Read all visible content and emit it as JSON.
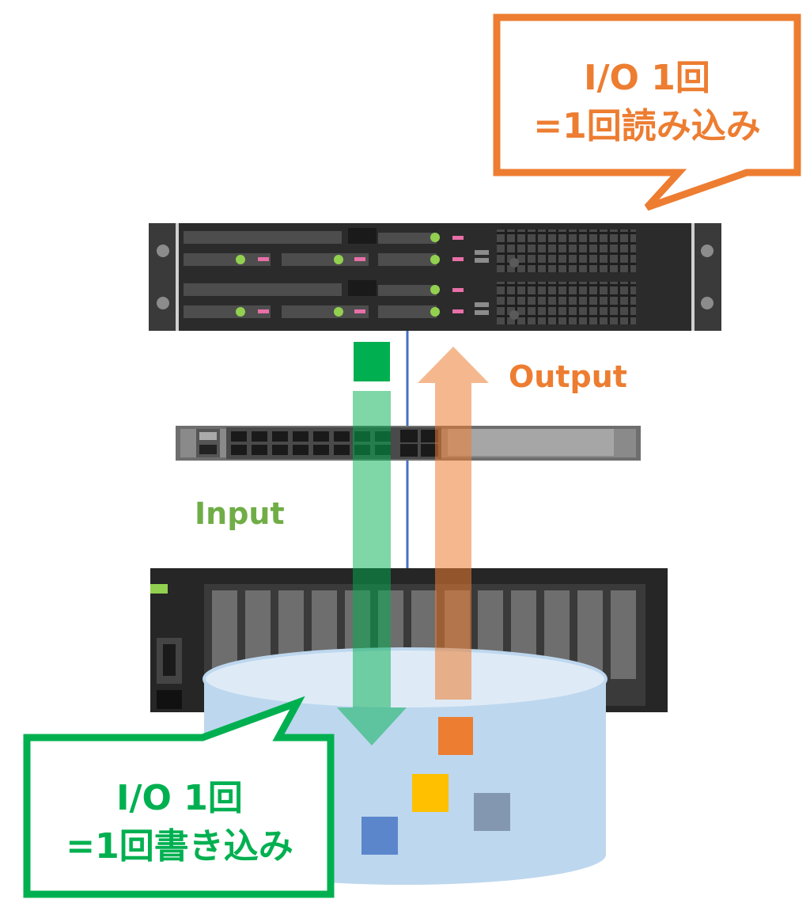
{
  "read_callout": {
    "line1": "I/O 1回",
    "line2": "=1回読み込み"
  },
  "write_callout": {
    "line1": "I/O 1回",
    "line2": "=1回書き込み"
  },
  "flow": {
    "output_label": "Output",
    "input_label": "Input"
  },
  "colors": {
    "output_orange": "#ed7d31",
    "input_green": "#00b050",
    "input_label_green": "#70ad47",
    "network_cable": "#4472c4",
    "disk_top": "#deebf7",
    "disk_body": "#bdd7ee"
  },
  "icons": {
    "server": "rack-server-icon",
    "switch": "network-switch-icon",
    "storage": "storage-array-icon",
    "disk": "database-cylinder-icon"
  }
}
